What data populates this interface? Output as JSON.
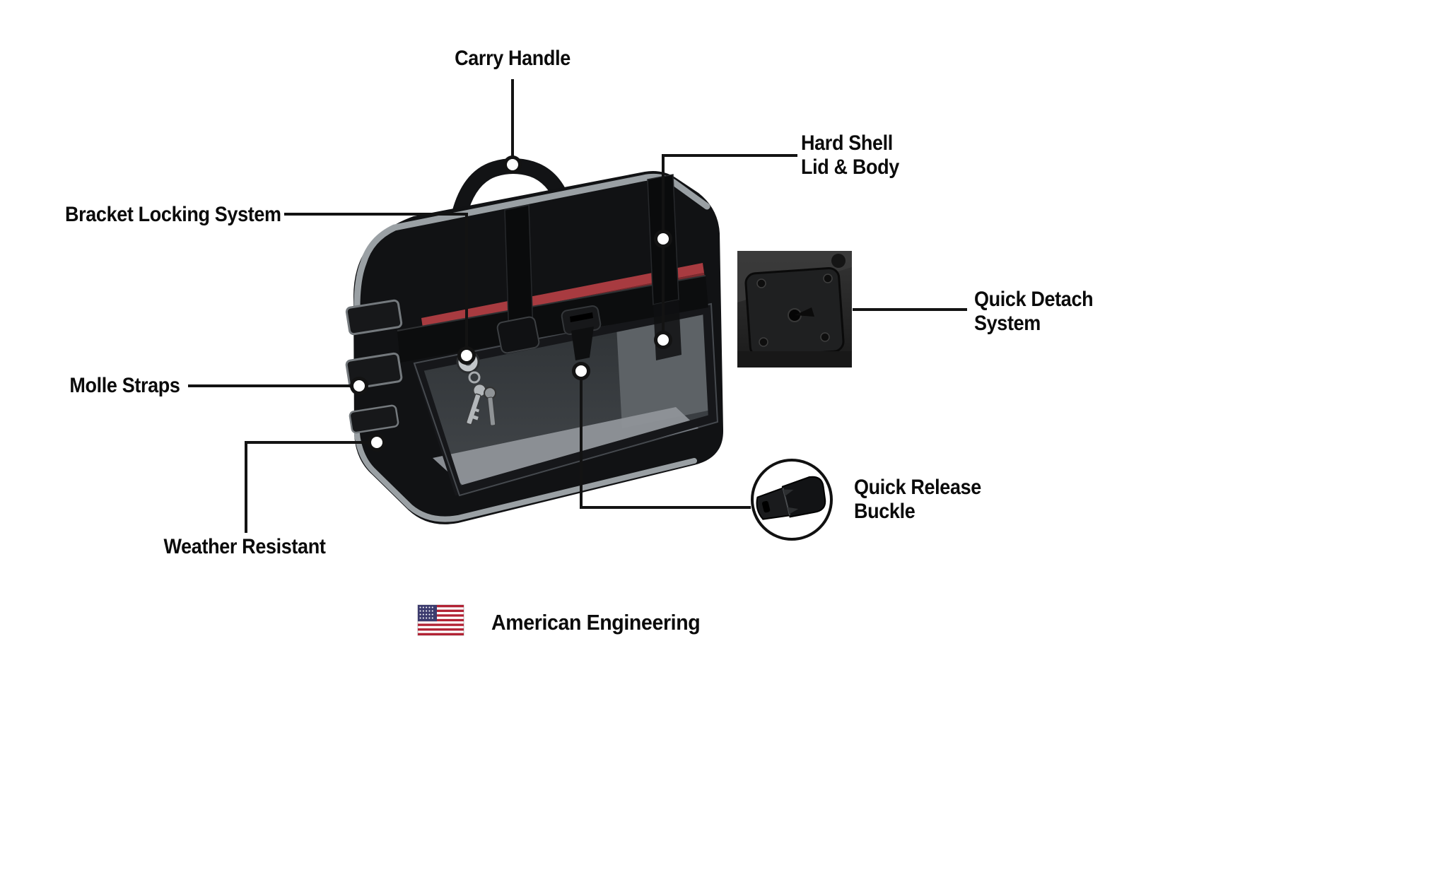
{
  "page": {
    "background": "#ffffff"
  },
  "callouts": {
    "carry_handle": "Carry Handle",
    "hard_shell_1": "Hard Shell",
    "hard_shell_2": "Lid & Body",
    "bracket_locking": "Bracket Locking System",
    "molle_straps": "Molle Straps",
    "weather_resistant": "Weather Resistant",
    "quick_detach_1": "Quick Detach",
    "quick_detach_2": "System",
    "quick_release_1": "Quick Release",
    "quick_release_2": "Buckle"
  },
  "footer": {
    "american_engineering": "American Engineering",
    "flag_icon": "us-flag-icon"
  },
  "colors": {
    "label_text": "#0b0b0b",
    "callout_line": "#131313",
    "red_accent": "#a83b40",
    "bag_black": "#111214",
    "trim_gray": "#9aa0a4",
    "flag_red": "#b22234",
    "flag_blue": "#3c3b6e"
  }
}
